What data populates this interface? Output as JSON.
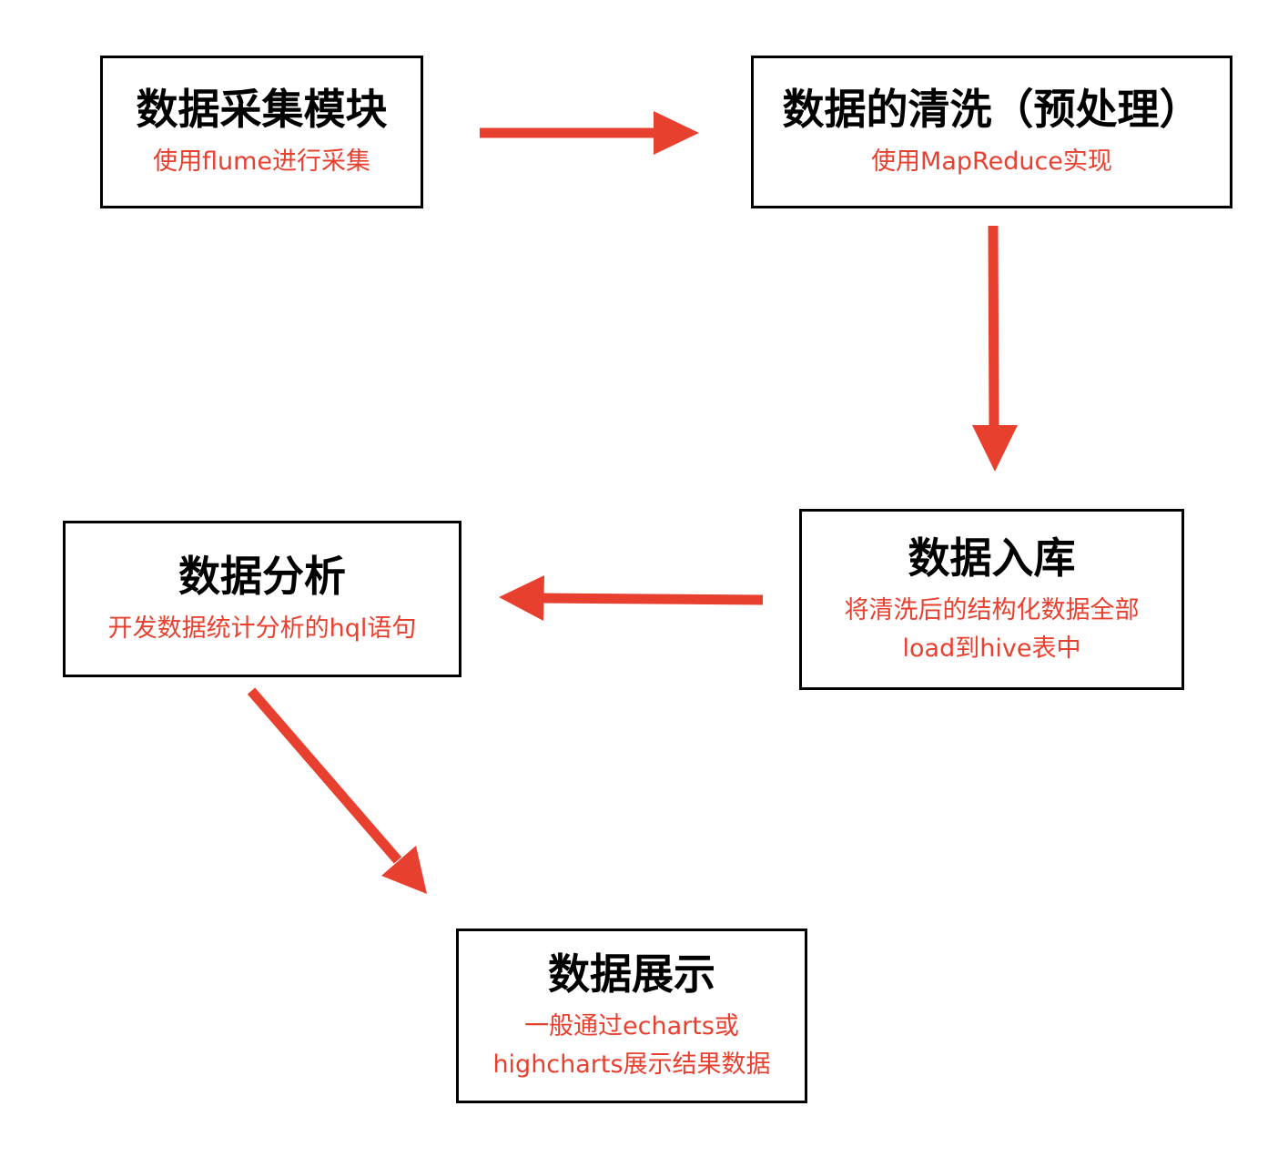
{
  "colors": {
    "accent": "#e8402f",
    "border": "#000000",
    "title_text": "#000000"
  },
  "nodes": {
    "collect": {
      "title": "数据采集模块",
      "desc": [
        "使用flume进行采集"
      ]
    },
    "clean": {
      "title": "数据的清洗（预处理）",
      "desc": [
        "使用MapReduce实现"
      ]
    },
    "load": {
      "title": "数据入库",
      "desc": [
        "将清洗后的结构化数据全部",
        "load到hive表中"
      ]
    },
    "analyze": {
      "title": "数据分析",
      "desc": [
        "开发数据统计分析的hql语句"
      ]
    },
    "display": {
      "title": "数据展示",
      "desc": [
        "一般通过echarts或",
        "highcharts展示结果数据"
      ]
    }
  },
  "edges": [
    {
      "from": "collect",
      "to": "clean"
    },
    {
      "from": "clean",
      "to": "load"
    },
    {
      "from": "load",
      "to": "analyze"
    },
    {
      "from": "analyze",
      "to": "display"
    }
  ]
}
